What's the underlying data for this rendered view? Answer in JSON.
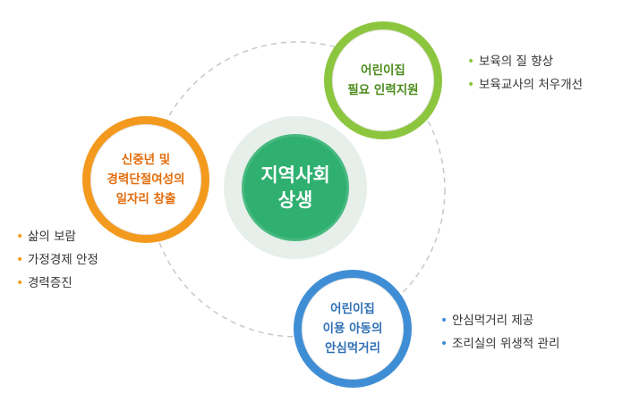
{
  "center": {
    "line1": "지역사회",
    "line2": "상생"
  },
  "nodes": {
    "top": {
      "lines": [
        "어린이집",
        "필요 인력지원"
      ],
      "bullets": [
        "보육의 질 향상",
        "보육교사의 처우개선"
      ]
    },
    "left": {
      "lines": [
        "신중년 및",
        "경력단절여성의",
        "일자리 창출"
      ],
      "bullets": [
        "삶의 보람",
        "가정경제 안정",
        "경력증진"
      ]
    },
    "bottom": {
      "lines": [
        "어린이집",
        "이용 아동의",
        "안심먹거리"
      ],
      "bullets": [
        "안심먹거리 제공",
        "조리실의 위생적 관리"
      ]
    }
  },
  "bullet_glyph": "•",
  "colors": {
    "center": "#2fb070",
    "top": "#8cc63f",
    "left": "#f39a1e",
    "bottom": "#3f8ed5"
  }
}
